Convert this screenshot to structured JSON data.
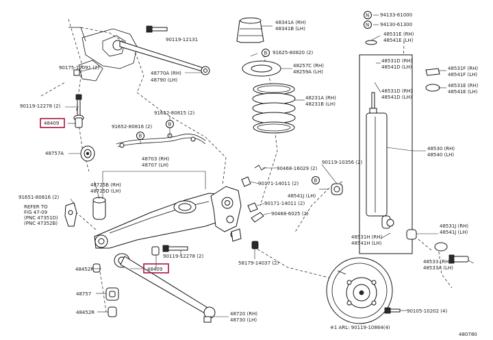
{
  "labels": {
    "p90119_12131": "90119-12131",
    "p90175_12091": "90175-12091 (2)",
    "p48770": "48770A (RH)",
    "p48790": "48790  (LH)",
    "p90119_12278a": "90119-12278 (2)",
    "p48409a": "48409",
    "p48757A": "48757A",
    "p91652_80815": "91652-80815 (2)",
    "p91652_80816": "91652-80816 (2)",
    "p48703": "48703 (RH)",
    "p48707": "48707 (LH)",
    "p48725B": "48725B (RH)",
    "p48725D": "48725D (LH)",
    "p91651_80816": "91651-80816 (2)",
    "refer1": "REFER TO",
    "refer2": "FIG 47-09",
    "refer3": "(PNC 47351D)",
    "refer4": "(PNC 47352B)",
    "p48452R_a": "48452R",
    "p48757": "48757",
    "p48452R_b": "48452R",
    "p48409b": "48409",
    "p90119_12278b": "90119-12278 (2)",
    "p58179": "58179-14037 (2)",
    "p48720": "48720 (RH)",
    "p48730": "48730 (LH)",
    "p48341A": "48341A (RH)",
    "p48341B": "48341B (LH)",
    "p91625": "91625-80820 (2)",
    "p48257C": "48257C (RH)",
    "p48259A": "48259A (LH)",
    "p48231A": "48231A (RH)",
    "p48231B": "48231B (LH)",
    "p90468_16029": "90468-16029 (2)",
    "p90171_14011a": "90171-14011 (2)",
    "p90119_10356": "90119-10356 (2)",
    "p48541J_a": "48541J (LH)",
    "p90171_14011b": "90171-14011 (2)",
    "p90468_6025": "90468-6025 (2)",
    "p94133": "94133-61000",
    "p94130": "94130-61300",
    "p48531E_a": "48531E (RH)",
    "p48541E_a": "48541E (LH)",
    "p48531D": "48531D (RH)",
    "p48541D_a": "48541D (LH)",
    "p48531F": "48531F (RH)",
    "p48541F": "48541F (LH)",
    "p48531E_b": "48531E (RH)",
    "p48541E_b": "48541E (LH)",
    "p48531D_b": "48531D (RH)",
    "p48541D_b": "48541D (LH)",
    "p48530": "48530 (RH)",
    "p48540": "48540 (LH)",
    "p48531H": "48531H (RH)",
    "p48541H": "48541H (LH)",
    "p48531J": "48531J (RH)",
    "p48541J_b": "48541J (LH)",
    "p48533": "48533   (RH)",
    "p48533A": "48533A (LH)",
    "p90105": "90105-10202 (4)",
    "footnote": "※1 ARL: 90119-10864(4)",
    "figno": "480780",
    "markB1": "B",
    "markB2": "B",
    "markB3": "B",
    "markB4": "B",
    "markN1": "N",
    "markN2": "N"
  },
  "colors": {
    "highlight": "#b0103a",
    "ink": "#111111"
  }
}
